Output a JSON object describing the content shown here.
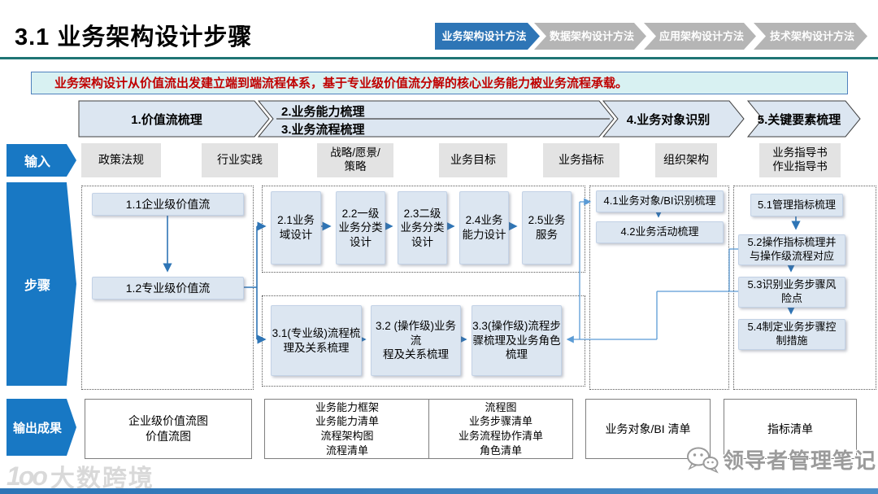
{
  "header": {
    "title": "3.1 业务架构设计步骤",
    "tabs": [
      {
        "label": "业务架构设计方法",
        "active": true
      },
      {
        "label": "数据架构设计方法",
        "active": false
      },
      {
        "label": "应用架构设计方法",
        "active": false
      },
      {
        "label": "技术架构设计方法",
        "active": false
      }
    ]
  },
  "subtitle": "业务架构设计从价值流出发建立端到端流程体系，基于专业级价值流分解的核心业务能力被业务流程承载。",
  "phases": [
    "1.价值流梳理",
    "2.业务能力梳理",
    "3.业务流程梳理",
    "4.业务对象识别",
    "5.关键要素梳理"
  ],
  "row_labels": {
    "input": "输入",
    "steps": "步骤",
    "output": "输出成果"
  },
  "inputs": [
    "政策法规",
    "行业实践",
    "战略/愿景/\n策略",
    "业务目标",
    "业务指标",
    "组织架构",
    "业务指导书\n作业指导书"
  ],
  "steps": {
    "value_stream": [
      "1.1企业级价值流",
      "1.2专业级价值流"
    ],
    "capability": [
      "2.1业务\n域设计",
      "2.2一级\n业务分类\n设计",
      "2.3二级\n业务分类\n设计",
      "2.4业务\n能力设计",
      "2.5业务\n服务"
    ],
    "process": [
      "3.1(专业级)流程梳\n理及关系梳理",
      "3.2 (操作级)业务流\n程及关系梳理",
      "3.3(操作级)流程步\n骤梳理及业务角色\n梳理"
    ],
    "objects": [
      "4.1业务对象/BI识别梳理",
      "4.2业务活动梳理"
    ],
    "elements": [
      "5.1管理指标梳理",
      "5.2操作指标梳理并\n与操作级流程对应",
      "5.3识别业务步骤风\n险点",
      "5.4制定业务步骤控\n制措施"
    ]
  },
  "outputs": [
    "企业级价值流图\n价值流图",
    "业务能力框架\n业务能力清单\n流程架构图\n流程清单",
    "流程图\n业务步骤清单\n业务流程协作清单\n角色清单",
    "业务对象/BI 清单",
    "指标清单"
  ],
  "watermarks": {
    "left_logo": "大数跨境",
    "left_logo_icon": "1oo",
    "right_note": "领导者管理笔记"
  },
  "colors": {
    "accent_blue": "#1878c4",
    "tab_active_blue": "#2e75b6",
    "tab_inactive_gray": "#b5b5b5",
    "step_box_blue": "#dce6f1",
    "input_box_gray": "#e3e3e3",
    "subtitle_bg_cyan": "#d8f1f2",
    "subtitle_text_red": "#c00000",
    "teal_rule": "#1e7474",
    "connector_dark": "#2e75b6",
    "connector_light": "#5b9bd5"
  }
}
